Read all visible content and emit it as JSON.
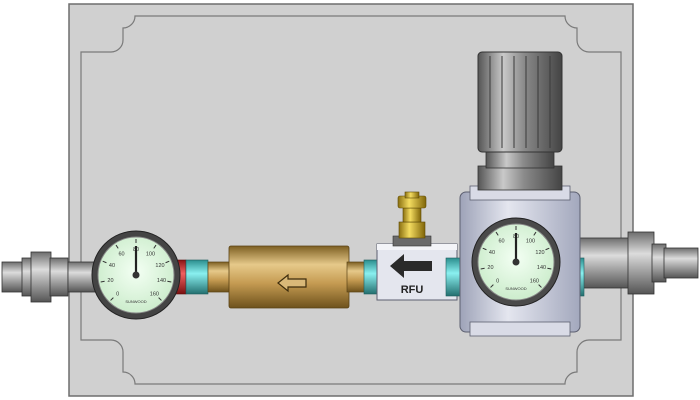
{
  "module": {
    "rfu_label": "RFU",
    "gauge_scale": [
      "0",
      "20",
      "40",
      "60",
      "80",
      "100",
      "120",
      "140",
      "160"
    ],
    "gauge_brand": "SUNWOOD"
  },
  "colors": {
    "panel": "#d2d2d2",
    "panel_stroke": "#7a7a7a",
    "brass": "#c8a35a",
    "brass_fitting": "#d8b64a",
    "teal_ring": "#52c7c7",
    "red_ring": "#cf2a2a",
    "gauge_face": "#dff5df",
    "regulator_body": "#c9ccdb"
  }
}
